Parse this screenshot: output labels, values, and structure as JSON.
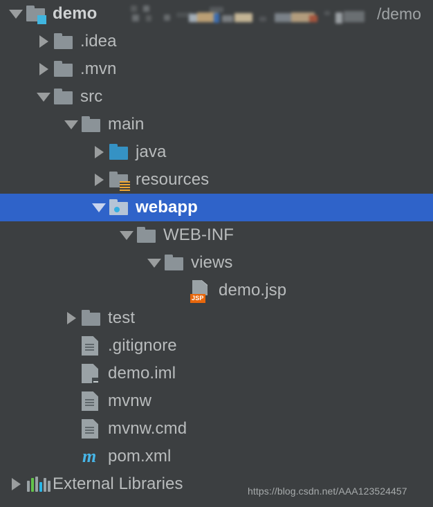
{
  "window": {
    "background_color": "#3c3f41",
    "selection_color": "#2f63c9",
    "text_color": "#b9bcbd",
    "selected_text_color": "#ffffff"
  },
  "header": {
    "obscured_path_fragment": "/demo",
    "blurred_label": ""
  },
  "tree": {
    "rows": [
      {
        "label": "demo",
        "icon": "folder-module-icon",
        "indent": 0,
        "arrow": "expanded",
        "bold": true,
        "selected": false
      },
      {
        "label": ".idea",
        "icon": "folder-icon",
        "indent": 1,
        "arrow": "collapsed",
        "bold": false,
        "selected": false
      },
      {
        "label": ".mvn",
        "icon": "folder-icon",
        "indent": 1,
        "arrow": "collapsed",
        "bold": false,
        "selected": false
      },
      {
        "label": "src",
        "icon": "folder-icon",
        "indent": 1,
        "arrow": "expanded",
        "bold": false,
        "selected": false
      },
      {
        "label": "main",
        "icon": "folder-icon",
        "indent": 2,
        "arrow": "expanded",
        "bold": false,
        "selected": false
      },
      {
        "label": "java",
        "icon": "folder-sources-icon",
        "indent": 3,
        "arrow": "collapsed",
        "bold": false,
        "selected": false
      },
      {
        "label": "resources",
        "icon": "folder-resources-icon",
        "indent": 3,
        "arrow": "collapsed",
        "bold": false,
        "selected": false
      },
      {
        "label": "webapp",
        "icon": "folder-webapp-icon",
        "indent": 3,
        "arrow": "expanded",
        "bold": true,
        "selected": true
      },
      {
        "label": "WEB-INF",
        "icon": "folder-icon",
        "indent": 4,
        "arrow": "expanded",
        "bold": false,
        "selected": false
      },
      {
        "label": "views",
        "icon": "folder-icon",
        "indent": 5,
        "arrow": "expanded",
        "bold": false,
        "selected": false
      },
      {
        "label": "demo.jsp",
        "icon": "jsp-file-icon",
        "indent": 6,
        "arrow": "none",
        "bold": false,
        "selected": false
      },
      {
        "label": "test",
        "icon": "folder-icon",
        "indent": 2,
        "arrow": "collapsed",
        "bold": false,
        "selected": false
      },
      {
        "label": ".gitignore",
        "icon": "text-file-icon",
        "indent": 2,
        "arrow": "none",
        "bold": false,
        "selected": false
      },
      {
        "label": "demo.iml",
        "icon": "iml-file-icon",
        "indent": 2,
        "arrow": "none",
        "bold": false,
        "selected": false
      },
      {
        "label": "mvnw",
        "icon": "text-file-icon",
        "indent": 2,
        "arrow": "none",
        "bold": false,
        "selected": false
      },
      {
        "label": "mvnw.cmd",
        "icon": "text-file-icon",
        "indent": 2,
        "arrow": "none",
        "bold": false,
        "selected": false
      },
      {
        "label": "pom.xml",
        "icon": "maven-pom-icon",
        "indent": 2,
        "arrow": "none",
        "bold": false,
        "selected": false
      },
      {
        "label": "External Libraries",
        "icon": "external-libraries-icon",
        "indent": 0,
        "arrow": "collapsed",
        "bold": false,
        "selected": false
      }
    ]
  },
  "icons": {
    "jsp_badge_text": "JSP",
    "maven_glyph": "m",
    "external_libraries_bars": [
      "#9aa2a6",
      "#62c24a",
      "#9aa2a6",
      "#29b6e8",
      "#9aa2a6"
    ]
  },
  "watermark": {
    "text": "https://blog.csdn.net/AAA123524457"
  }
}
